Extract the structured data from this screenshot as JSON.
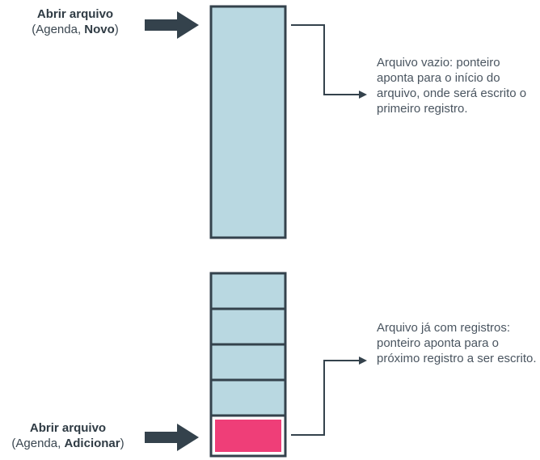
{
  "top": {
    "action_title": "Abrir arquivo",
    "paren_open": "(",
    "file_name": "Agenda",
    "comma": ", ",
    "mode": "Novo",
    "paren_close": ")",
    "note": "Arquivo vazio: ponteiro aponta para o início do arquivo, onde será escrito o primeiro registro."
  },
  "bottom": {
    "action_title": "Abrir arquivo",
    "paren_open": "(",
    "file_name": "Agenda",
    "comma": ", ",
    "mode": "Adicionar",
    "paren_close": ")",
    "note": "Arquivo já com registros: ponteiro aponta para o próximo registro a ser escrito.",
    "record_count": 4
  },
  "colors": {
    "file_fill": "#b9d8e1",
    "stroke": "#34424c",
    "pointer_slot": "#ef3e78",
    "arrow": "#34424c"
  }
}
